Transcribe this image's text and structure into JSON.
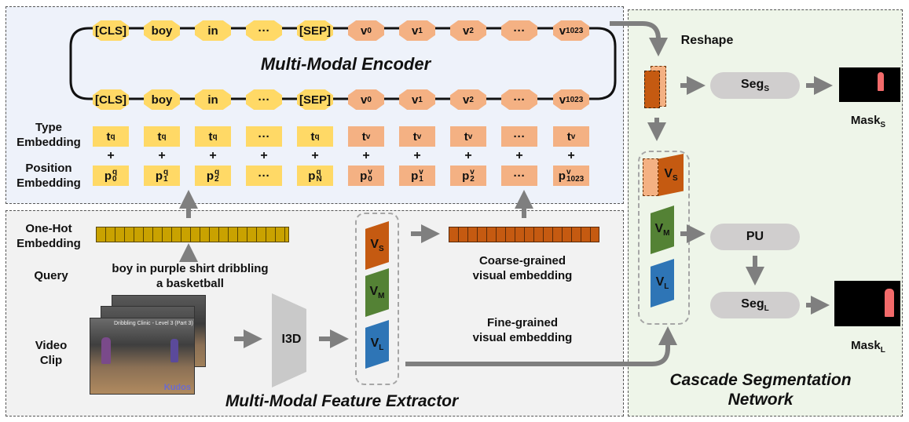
{
  "encoder": {
    "title": "Multi-Modal Encoder",
    "top_tokens": [
      "[CLS]",
      "boy",
      "in",
      "···",
      "[SEP]",
      "v0",
      "v1",
      "v2",
      "···",
      "v1023"
    ],
    "type_label": "Type\nEmbedding",
    "position_label": "Position\nEmbedding",
    "type_tokens": [
      "t^q",
      "t^q",
      "t^q",
      "···",
      "t^q",
      "t^v",
      "t^v",
      "t^v",
      "···",
      "t^v"
    ],
    "pos_tokens": [
      "p0q",
      "p1q",
      "p2q",
      "···",
      "pNq",
      "p0v",
      "p1v",
      "p2v",
      "···",
      "p1023v"
    ],
    "plus": "+"
  },
  "extractor": {
    "title": "Multi-Modal Feature Extractor",
    "onehot_label": "One-Hot\nEmbedding",
    "query_label": "Query",
    "query_text": "boy in purple shirt dribbling\na basketball",
    "video_label": "Video\nClip",
    "i3d_label": "I3D",
    "coarse_label": "Coarse-grained\nvisual embedding",
    "fine_label": "Fine-grained\nvisual embedding",
    "video_caption": "Dribbling Clinic - Level 3 (Part 3)",
    "video_logo": "Kudos",
    "feature_labels": [
      "VS",
      "VM",
      "VL"
    ]
  },
  "cascade": {
    "title": "Cascade Segmentation\nNetwork",
    "reshape_label": "Reshape",
    "seg_s": "SegS",
    "seg_l": "SegL",
    "pu": "PU",
    "mask_s": "MaskS",
    "mask_l": "MaskL"
  },
  "colors": {
    "yellow_token": "#ffd966",
    "orange_token": "#f4b183",
    "encoder_bg": "#eef2fa",
    "cascade_bg": "#eef5e9",
    "extractor_bg": "#f2f2f2",
    "arrow_gray": "#7f7f7f",
    "vs_orange": "#c55a11",
    "vm_green": "#548235",
    "vl_blue": "#2e75b6"
  }
}
